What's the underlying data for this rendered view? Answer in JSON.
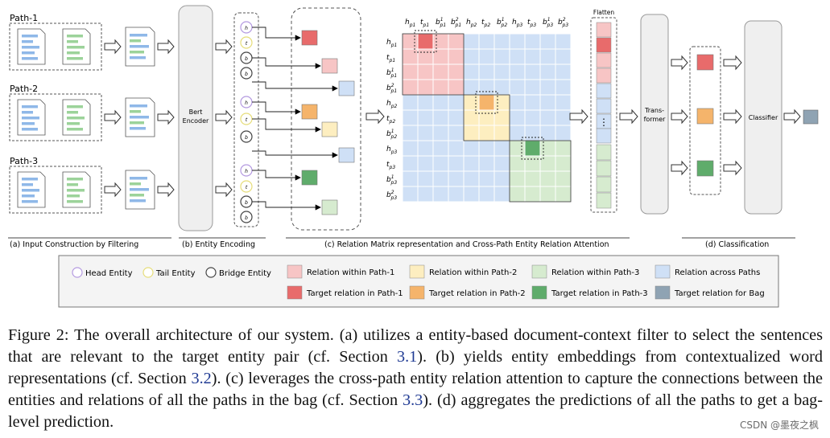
{
  "panels": {
    "path_labels": [
      "Path-1",
      "Path-2",
      "Path-3"
    ],
    "bert_encoder": [
      "Bert",
      "Encoder"
    ],
    "transformer": [
      "Trans-",
      "former"
    ],
    "classifier": "Classifier",
    "flatten": "Flatten",
    "section_labels": {
      "a": "(a) Input Construction by Filtering",
      "b": "(b) Entity Encoding",
      "c": "(c) Relation Matrix representation and Cross-Path Entity Relation Attention",
      "d": "(d) Classification"
    }
  },
  "matrix": {
    "col_labels": [
      "h_p1",
      "t_p1",
      "b1_p1",
      "b2_p1",
      "h_p2",
      "t_p2",
      "b1_p2",
      "h_p3",
      "t_p3",
      "b1_p3",
      "b2_p3"
    ],
    "row_labels": [
      "h_p1",
      "t_p1",
      "b1_p1",
      "b2_p1",
      "h_p2",
      "t_p2",
      "b1_p2",
      "h_p3",
      "t_p3",
      "b1_p3",
      "b2_p3"
    ]
  },
  "legend": {
    "entities": [
      {
        "label": "Head Entity",
        "stroke": "#b49ae0"
      },
      {
        "label": "Tail Entity",
        "stroke": "#e6dd7a"
      },
      {
        "label": "Bridge Entity",
        "stroke": "#444444"
      }
    ],
    "relations": [
      {
        "label": "Relation within Path-1",
        "color": "#f7c5c5"
      },
      {
        "label": "Relation within Path-2",
        "color": "#fdeec0"
      },
      {
        "label": "Relation within Path-3",
        "color": "#d6ebcf"
      },
      {
        "label": "Relation across Paths",
        "color": "#cfe0f6"
      },
      {
        "label": "Target relation in Path-1",
        "color": "#e86b6b"
      },
      {
        "label": "Target relation in Path-2",
        "color": "#f5b46b"
      },
      {
        "label": "Target relation in Path-3",
        "color": "#5fac6b"
      },
      {
        "label": "Target relation for Bag",
        "color": "#8fa3b3"
      }
    ]
  },
  "colors": {
    "path1_light": "#f7c5c5",
    "path2_light": "#fdeec0",
    "path3_light": "#d6ebcf",
    "across": "#cfe0f6",
    "path1_dark": "#e86b6b",
    "path2_dark": "#f5b46b",
    "path3_dark": "#5fac6b",
    "bag": "#8fa3b3",
    "doc_blue": "#8fb8e8",
    "doc_green": "#9cd39a"
  },
  "caption": {
    "p1": "Figure 2: The overall architecture of our system. (a) utilizes a entity-based document-context filter to select the sentences that are relevant to the target entity pair (cf. Section ",
    "r1": "3.1",
    "p2": "). (b) yields entity embeddings from contextualized word representations (cf. Section ",
    "r2": "3.2",
    "p3": "). (c) leverages the cross-path entity relation attention to capture the connections between the entities and relations of all the paths in the bag (cf. Section ",
    "r3": "3.3",
    "p4": "). (d) aggregates the predictions of all the paths to get a bag-level prediction."
  },
  "watermark": "CSDN @墨夜之枫"
}
